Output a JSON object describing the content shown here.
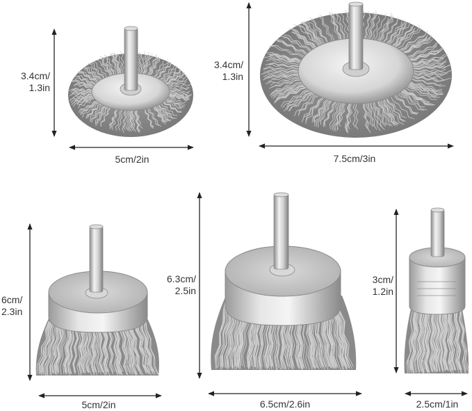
{
  "colors": {
    "background": "#ffffff",
    "text": "#333333",
    "dimension_line": "#222222",
    "wire_dark": "#6a6a6a",
    "wire_light": "#cfcfcf",
    "steel_light": "#eeeeee",
    "steel_mid": "#c4c4c4",
    "steel_dark": "#8c8c8c"
  },
  "brushes": [
    {
      "kind": "wheel brush",
      "height_label_line1": "3.4cm/",
      "height_label_line2": "1.3in",
      "width_label": "5cm/2in"
    },
    {
      "kind": "wheel brush",
      "height_label_line1": "3.4cm/",
      "height_label_line2": "1.3in",
      "width_label": "7.5cm/3in"
    },
    {
      "kind": "cup brush",
      "height_label_line1": "6cm/",
      "height_label_line2": "2.3in",
      "width_label": "5cm/2in"
    },
    {
      "kind": "cup brush",
      "height_label_line1": "6.3cm/",
      "height_label_line2": "2.5in",
      "width_label": "6.5cm/2.6in"
    },
    {
      "kind": "end brush",
      "height_label_line1": "3cm/",
      "height_label_line2": "1.2in",
      "width_label": "2.5cm/1in"
    }
  ]
}
